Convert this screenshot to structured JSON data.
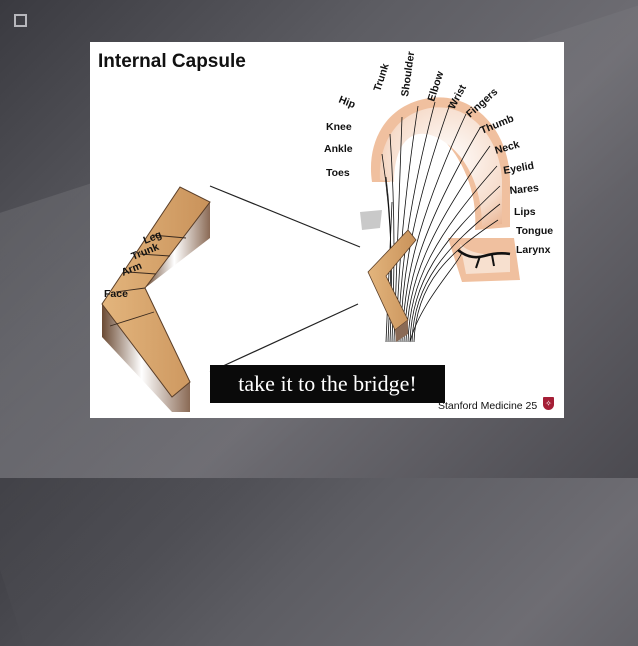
{
  "slide": {
    "title": "Internal Capsule",
    "caption": "take it to the bridge!",
    "credit": "Stanford Medicine 25",
    "shield_glyph": "✧"
  },
  "homunculus": {
    "labels": [
      "Hip",
      "Trunk",
      "Shoulder",
      "Elbow",
      "Wrist",
      "Fingers",
      "Thumb",
      "Neck",
      "Eyelid",
      "Nares",
      "Lips",
      "Tongue",
      "Larynx",
      "Knee",
      "Ankle",
      "Toes"
    ]
  },
  "capsule": {
    "labels": [
      "Leg",
      "Trunk",
      "Arm",
      "Face"
    ]
  },
  "colors": {
    "capsule_tan": "#d9a66b",
    "cortex_pink": "#f1c3a4",
    "caption_bg": "#0a0a0a"
  }
}
